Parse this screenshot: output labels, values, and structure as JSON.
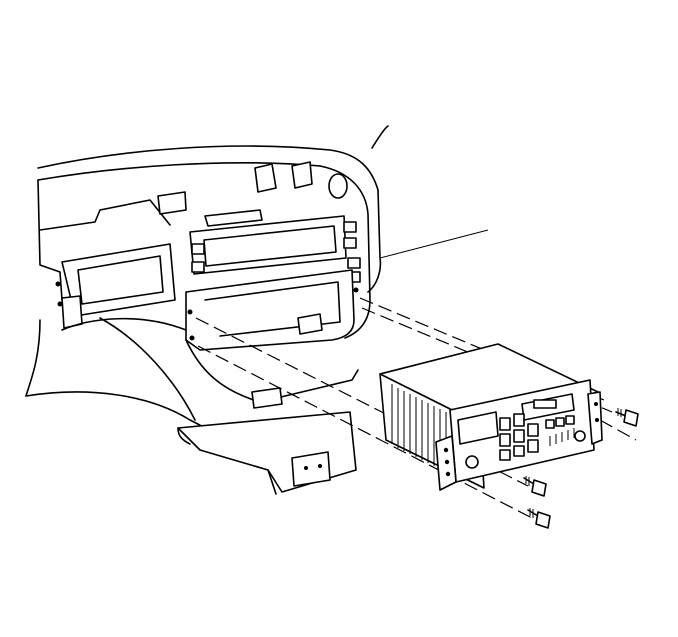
{
  "figure": {
    "line_color": "#000000",
    "background": "#ffffff",
    "parts": [
      "instrument-panel",
      "console",
      "radio-cavity",
      "radio-unit",
      "mounting-bolts",
      "installation-guide-lines"
    ]
  }
}
